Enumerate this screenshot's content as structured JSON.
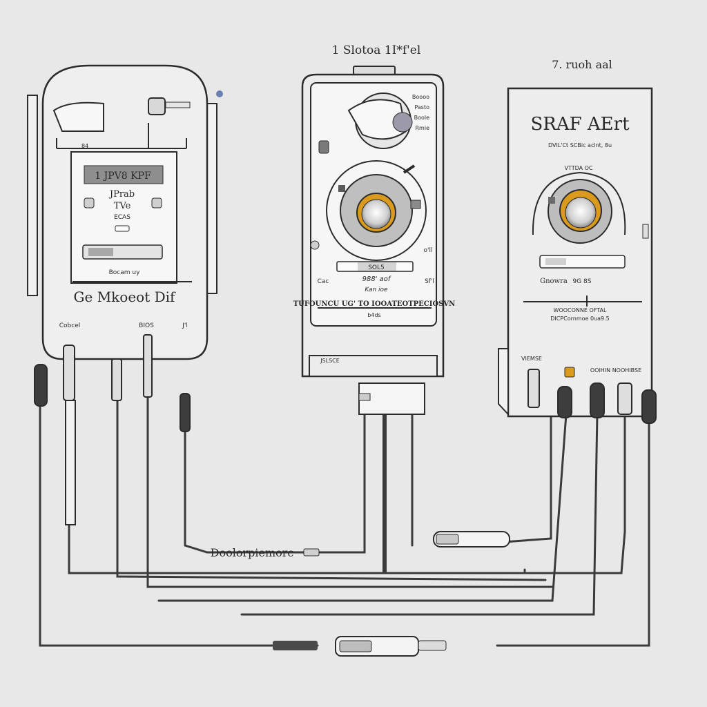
{
  "colors": {
    "background": "#e8e8e8",
    "stroke": "#2b2b2b",
    "panel": "#efefef",
    "accent_gold": "#d99a1e",
    "cable": "#3a3a3a"
  },
  "labels": {
    "top_title_2": "1 Slotoa 1I*f'el",
    "top_title_3": "7. ruoh aal",
    "device1_name": "Ge Mkoeot Dif",
    "device1_display": "1 JPV8 KPF",
    "device1_line1": "JPrab",
    "device1_line2": "TVe",
    "device1_line3": "ECAS",
    "device1_footer": "Bocam uy",
    "device1_top_tag": "84",
    "device1_port_a": "Cobcel",
    "device1_port_b": "BIOS",
    "device1_port_c": "J'l",
    "device2_side1": "Boooo",
    "device2_side2": "Pasto",
    "device2_side3": "Boole",
    "device2_side4": "Rmie",
    "device2_slot": "SOL5",
    "device2_sub": "988' aof",
    "device2_left_tag": "Cac",
    "device2_right_tag": "Sf'l",
    "device2_right_tag2": "o'll",
    "device2_caption": "TUFOUNCU UG' TO IOOATEOTPECIOSVN",
    "device2_caption_sub": "b4ds",
    "device2_bottom": "Kan ioe",
    "device2_base": "JSLSCE",
    "device3_brand": "SRAF AErt",
    "device3_sub": "DVIL'Ct SCBic aclnt, 8u",
    "device3_dial_label": "VTTDA OC",
    "device3_status": "Gnowra",
    "device3_status2": "9G 8S",
    "device3_info1": "WOOCONNE OFTAL",
    "device3_info2": "DICPCornmoe 0ua9.5",
    "device3_port_left": "VIEMSE",
    "device3_port_right": "OOIHIN NOOHIBSE",
    "cable_label": "Doolorpiemorc"
  }
}
